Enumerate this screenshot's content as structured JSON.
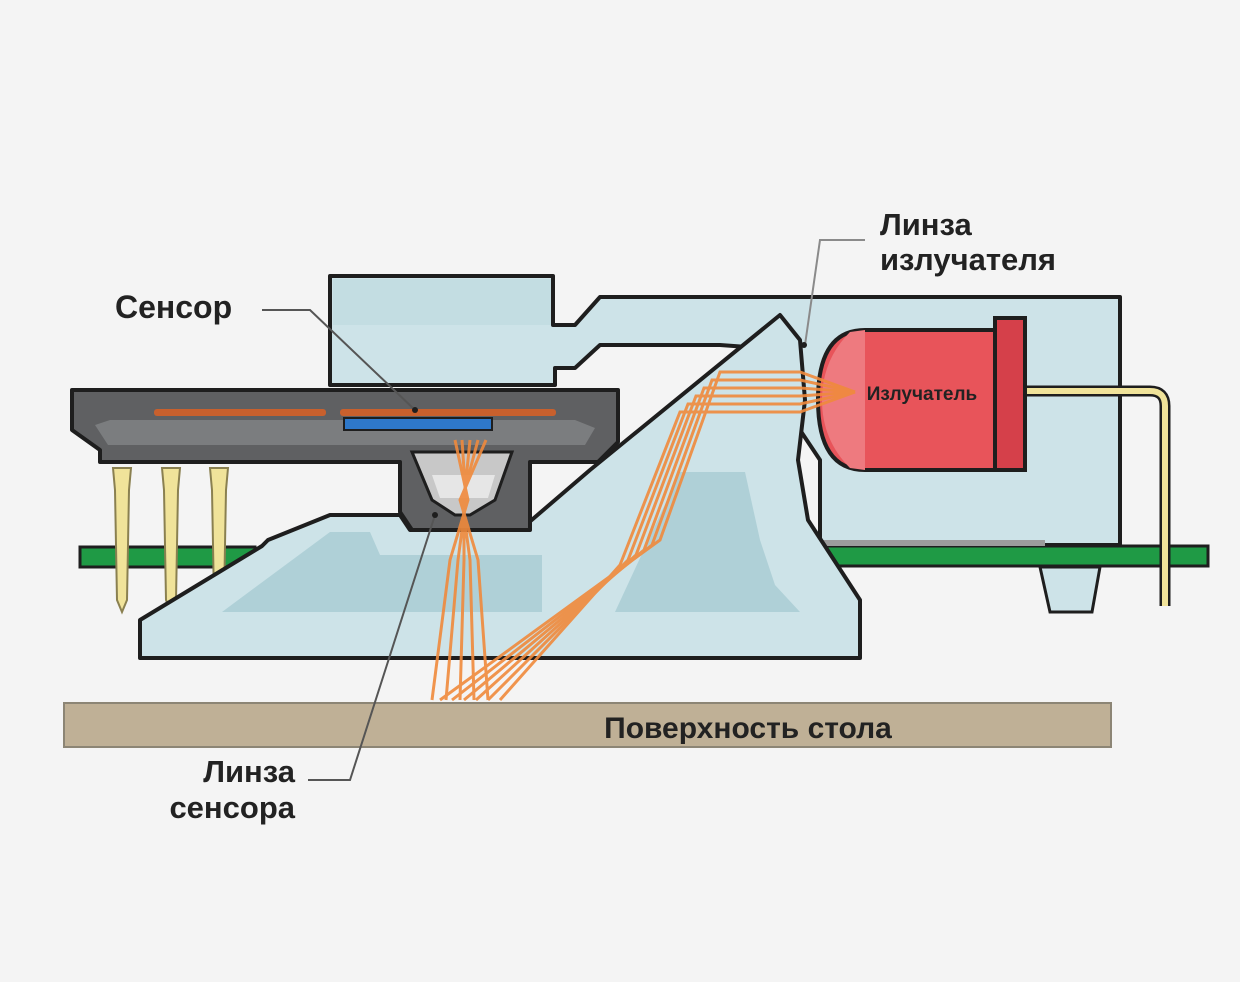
{
  "diagram": {
    "title": "Оптическая мышь — схема сенсора",
    "labels": {
      "sensor": "Сенсор",
      "emitter_lens_line1": "Линза",
      "emitter_lens_line2": "излучателя",
      "emitter": "Излучатель",
      "sensor_lens_line1": "Линза",
      "sensor_lens_line2": "сенсора",
      "table_surface": "Поверхность стола"
    },
    "colors": {
      "background": "#f4f4f4",
      "housing": "#cde3e8",
      "housing_dark": "#a9cdd3",
      "sensor_chip": "#5f6062",
      "sensor_inner": "#7b7d7f",
      "sensor_die": "#2e78c9",
      "sensor_trace": "#c8602d",
      "pcb": "#1f9a45",
      "pins": "#f0e39a",
      "led_body": "#e8545a",
      "led_rim": "#d5404a",
      "light_rays": "#f08a3c",
      "table": "#bfb096",
      "outline": "#1e1e1e",
      "leader_line": "#8a8a8a"
    }
  }
}
